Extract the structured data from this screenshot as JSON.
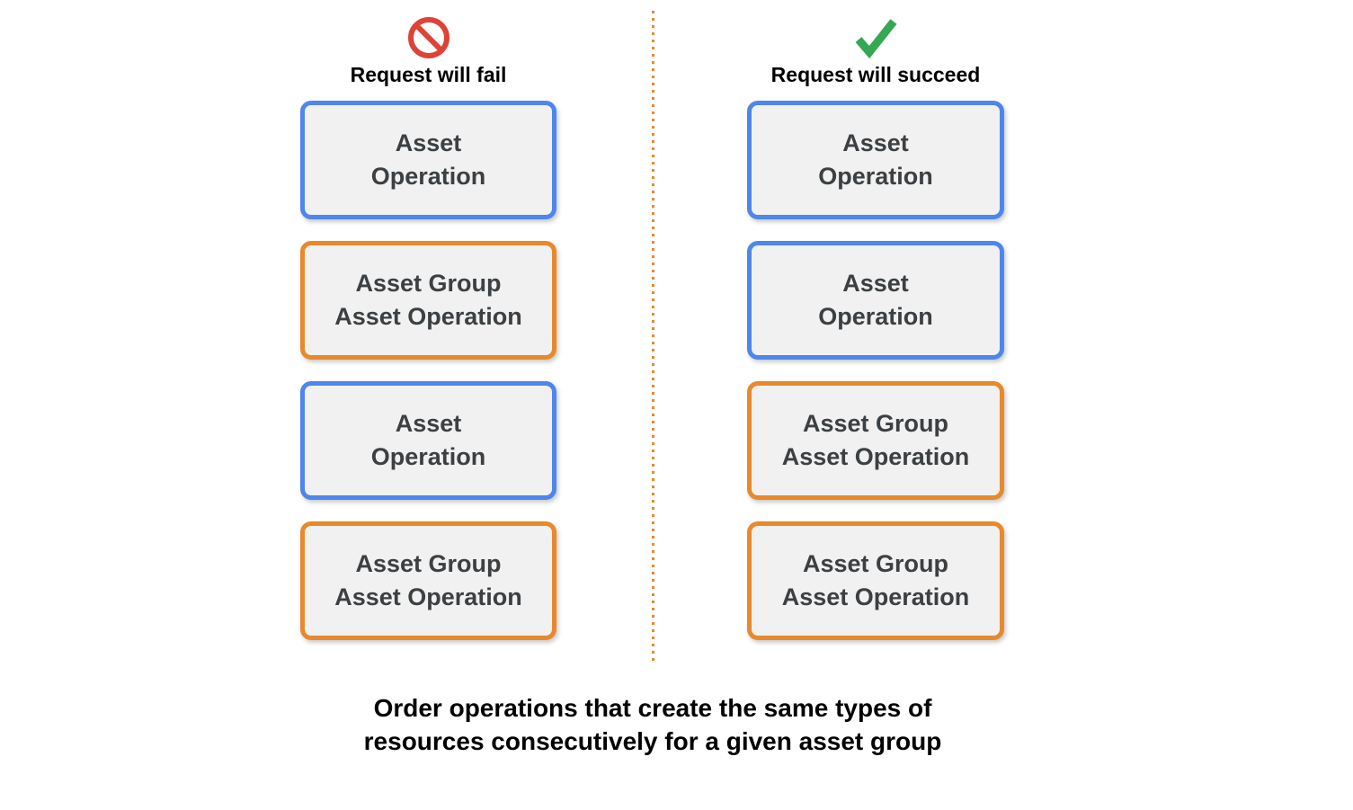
{
  "columns": [
    {
      "id": "fail",
      "icon": "prohibited-icon",
      "title": "Request will fail",
      "boxes": [
        {
          "variant": "blue",
          "line1": "Asset",
          "line2": "Operation"
        },
        {
          "variant": "orange",
          "line1": "Asset Group",
          "line2": "Asset Operation"
        },
        {
          "variant": "blue",
          "line1": "Asset",
          "line2": "Operation"
        },
        {
          "variant": "orange",
          "line1": "Asset Group",
          "line2": "Asset Operation"
        }
      ]
    },
    {
      "id": "succeed",
      "icon": "check-icon",
      "title": "Request will succeed",
      "boxes": [
        {
          "variant": "blue",
          "line1": "Asset",
          "line2": "Operation"
        },
        {
          "variant": "blue",
          "line1": "Asset",
          "line2": "Operation"
        },
        {
          "variant": "orange",
          "line1": "Asset Group",
          "line2": "Asset Operation"
        },
        {
          "variant": "orange",
          "line1": "Asset Group",
          "line2": "Asset Operation"
        }
      ]
    }
  ],
  "caption": {
    "line1": "Order operations that create the same types of",
    "line2": "resources consecutively for a given asset group"
  },
  "colors": {
    "blue": "#4E86EC",
    "orange": "#E8892B",
    "red": "#DB4437",
    "green": "#34A853",
    "box_fill": "#F1F1F1",
    "box_text": "#3C4043",
    "heading_text": "#000000"
  }
}
